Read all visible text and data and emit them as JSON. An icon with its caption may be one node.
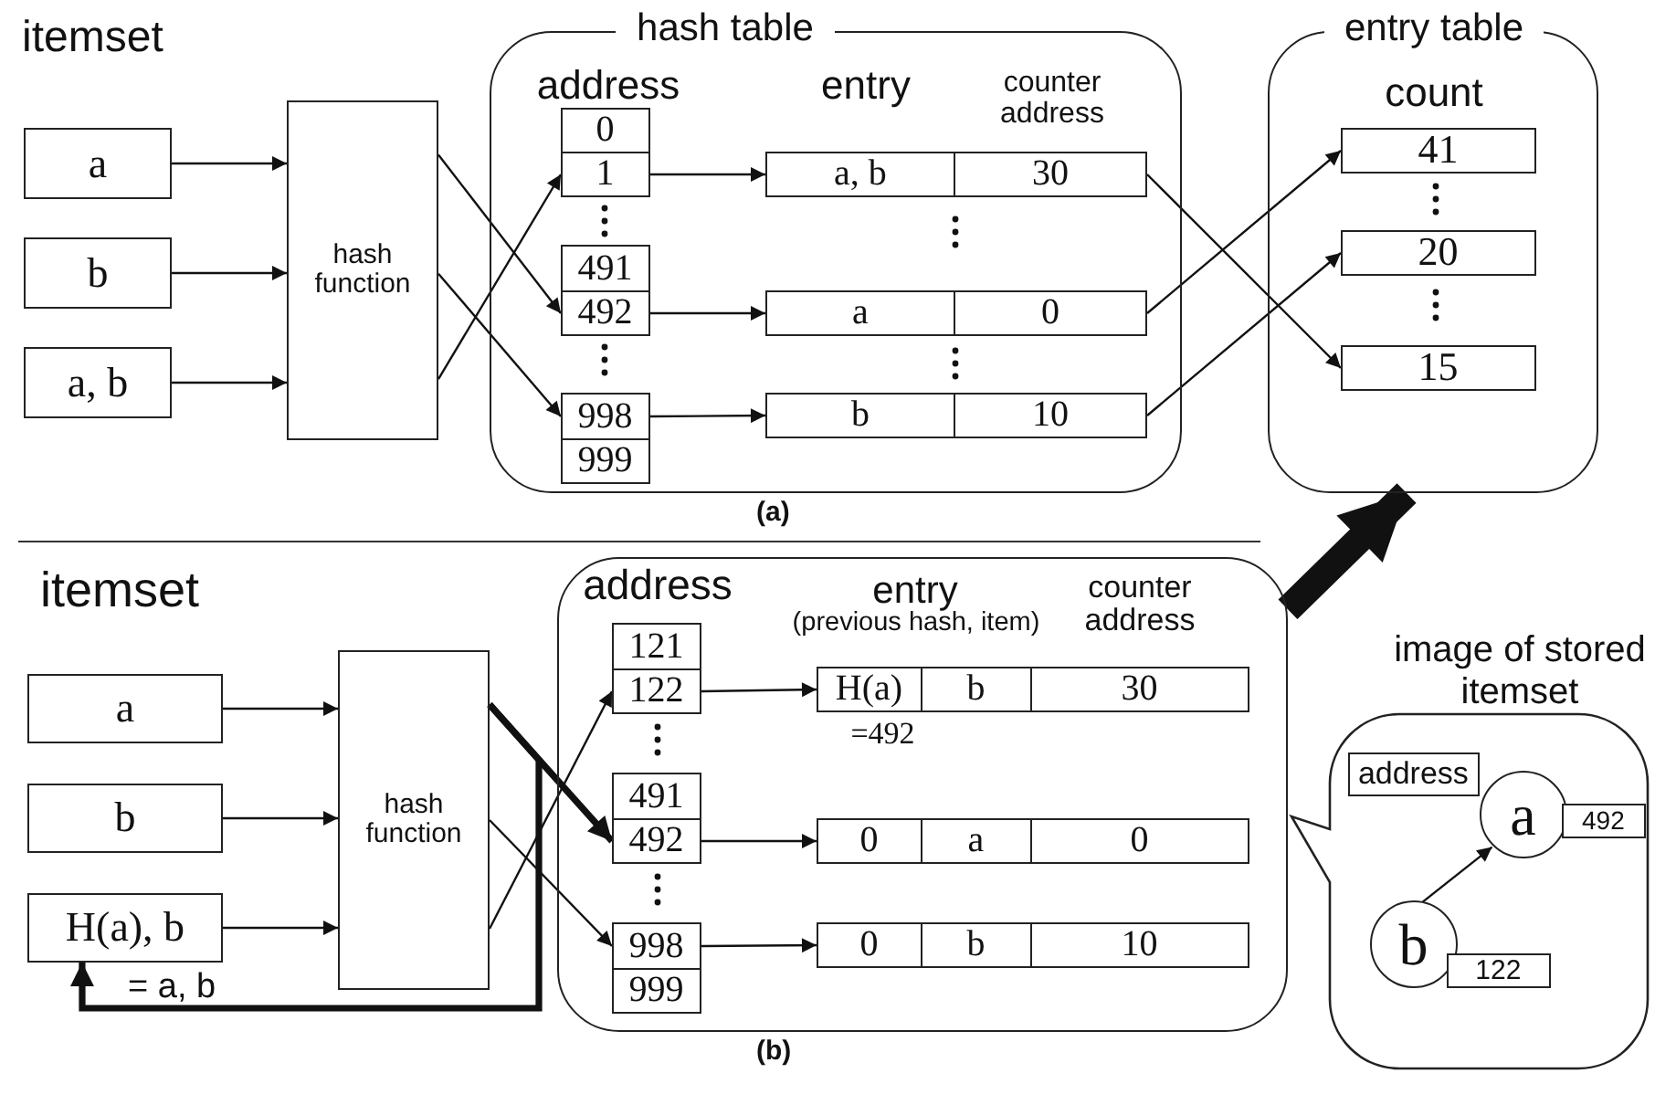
{
  "diagram": {
    "nodes": [
      {
        "text": [
          "a"
        ]
      },
      {
        "text": [
          "b"
        ]
      },
      {
        "text": [
          "a, b"
        ]
      },
      {
        "text": [
          "hash function"
        ]
      },
      {
        "text": [
          "hash table",
          "address",
          "entry",
          "counter address"
        ]
      },
      {
        "text": [
          "0"
        ],
        "in": 4
      },
      {
        "text": [
          "1"
        ],
        "in": 4
      },
      {
        "text": [
          "491"
        ],
        "in": 4
      },
      {
        "text": [
          "492"
        ],
        "in": 4
      },
      {
        "text": [
          "998"
        ],
        "in": 4
      },
      {
        "text": [
          "999"
        ],
        "in": 4
      },
      {
        "text": [
          "a, b",
          "30"
        ],
        "in": 4
      },
      {
        "text": [
          "a",
          "0"
        ],
        "in": 4
      },
      {
        "text": [
          "b",
          "10"
        ],
        "in": 4
      },
      {
        "text": [
          "entry table",
          "count"
        ]
      },
      {
        "text": [
          "41"
        ],
        "in": 14
      },
      {
        "text": [
          "20"
        ],
        "in": 14
      },
      {
        "text": [
          "15"
        ],
        "in": 14
      },
      {
        "text": [
          "a"
        ]
      },
      {
        "text": [
          "b"
        ]
      },
      {
        "text": [
          "H(a), b"
        ]
      },
      {
        "text": [
          "hash function"
        ]
      },
      {
        "text": [
          "address",
          "entry",
          "(previous hash, item)",
          "counter address"
        ]
      },
      {
        "text": [
          "121"
        ],
        "in": 22
      },
      {
        "text": [
          "122"
        ],
        "in": 22
      },
      {
        "text": [
          "491"
        ],
        "in": 22
      },
      {
        "text": [
          "492"
        ],
        "in": 22
      },
      {
        "text": [
          "998"
        ],
        "in": 22
      },
      {
        "text": [
          "999"
        ],
        "in": 22
      },
      {
        "text": [
          "H(a)",
          "b",
          "30"
        ],
        "beside": [
          "=492"
        ],
        "in": 22
      },
      {
        "text": [
          "0",
          "a",
          "0"
        ],
        "in": 22
      },
      {
        "text": [
          "0",
          "b",
          "10"
        ],
        "in": 22
      },
      {
        "text": [
          "image of stored itemset"
        ]
      },
      {
        "text": [
          "address"
        ],
        "in": 32
      },
      {
        "text": [
          "a"
        ],
        "in": 32
      },
      {
        "text": [
          "492"
        ],
        "in": 32
      },
      {
        "text": [
          "b"
        ],
        "in": 32
      },
      {
        "text": [
          "122"
        ],
        "in": 32
      }
    ],
    "edges": [
      {
        "from": 0,
        "to": 3,
        "arrow": "to"
      },
      {
        "from": 1,
        "to": 3,
        "arrow": "to"
      },
      {
        "from": 2,
        "to": 3,
        "arrow": "to"
      },
      {
        "from": 3,
        "to": 8,
        "arrow": "to"
      },
      {
        "from": 3,
        "to": 9,
        "arrow": "to"
      },
      {
        "from": 3,
        "to": 6,
        "arrow": "to"
      },
      {
        "from": 6,
        "to": 11,
        "arrow": "to"
      },
      {
        "from": 8,
        "to": 12,
        "arrow": "to"
      },
      {
        "from": 9,
        "to": 13,
        "arrow": "to"
      },
      {
        "from": 11,
        "to": 17,
        "arrow": "to"
      },
      {
        "from": 12,
        "to": 15,
        "arrow": "to"
      },
      {
        "from": 13,
        "to": 16,
        "arrow": "to"
      },
      {
        "from": 18,
        "to": 21,
        "arrow": "to"
      },
      {
        "from": 19,
        "to": 21,
        "arrow": "to"
      },
      {
        "from": 20,
        "to": 21,
        "arrow": "to"
      },
      {
        "from": 21,
        "to": 26,
        "arrow": "to",
        "style": "thick"
      },
      {
        "from": 21,
        "to": 27,
        "arrow": "to"
      },
      {
        "from": 21,
        "to": 24,
        "arrow": "to"
      },
      {
        "from": 24,
        "to": 29,
        "arrow": "to"
      },
      {
        "from": 26,
        "to": 30,
        "arrow": "to"
      },
      {
        "from": 27,
        "to": 31,
        "arrow": "to"
      },
      {
        "from": 21,
        "to": 20,
        "arrow": "to",
        "style": "thick",
        "label": "= a, b"
      },
      {
        "from": 22,
        "to": 14,
        "arrow": "to",
        "style": "thick"
      },
      {
        "from": 36,
        "to": 34,
        "arrow": "to"
      }
    ],
    "labels": [
      "itemset",
      "(a)",
      "itemset",
      "(b)"
    ]
  }
}
